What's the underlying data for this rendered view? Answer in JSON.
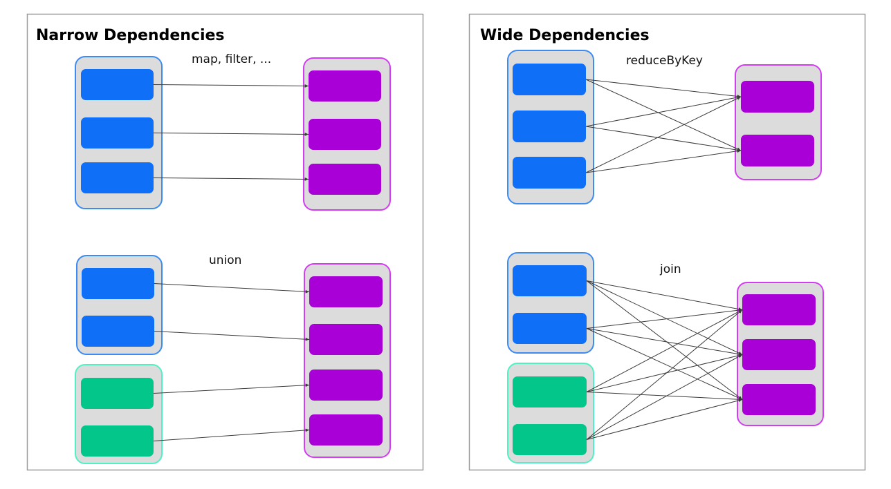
{
  "colors": {
    "panel_border": "#9a9a9a",
    "group_fill": "#dcdcdc",
    "parent_border": "#3d8bf2",
    "parent_partition": "#0f6ff7",
    "union_parent_border": "#4ef2c2",
    "union_parent_partition": "#03c78a",
    "child_border": "#d33cf0",
    "child_partition": "#a800d6",
    "edge": "#3a3a3a"
  },
  "panels": {
    "narrow": {
      "title": "Narrow Dependencies",
      "op_map": "map, filter, ...",
      "op_union": "union"
    },
    "wide": {
      "title": "Wide Dependencies",
      "op_reduce": "reduceByKey",
      "op_join": "join"
    }
  }
}
